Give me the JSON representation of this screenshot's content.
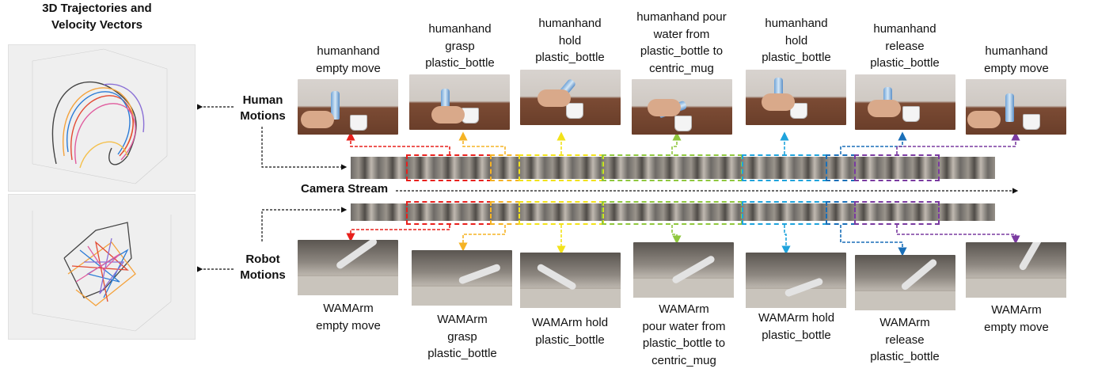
{
  "left_panel": {
    "title_line1": "3D Trajectories and",
    "title_line2": "Velocity Vectors"
  },
  "side_labels": {
    "human_line1": "Human",
    "human_line2": "Motions",
    "robot_line1": "Robot",
    "robot_line2": "Motions",
    "camera": "Camera Stream"
  },
  "human_captions": [
    [
      "humanhand",
      "empty move"
    ],
    [
      "humanhand",
      "grasp",
      "plastic_bottle"
    ],
    [
      "humanhand",
      "hold",
      "plastic_bottle"
    ],
    [
      "humanhand pour",
      "water from",
      "plastic_bottle to",
      "centric_mug"
    ],
    [
      "humanhand",
      "hold",
      "plastic_bottle"
    ],
    [
      "humanhand",
      "release",
      "plastic_bottle"
    ],
    [
      "humanhand",
      "empty move"
    ]
  ],
  "robot_captions": [
    [
      "WAMArm",
      "empty move"
    ],
    [
      "WAMArm",
      "grasp",
      "plastic_bottle"
    ],
    [
      "WAMArm hold",
      "plastic_bottle"
    ],
    [
      "WAMArm",
      "pour water from",
      "plastic_bottle to",
      "centric_mug"
    ],
    [
      "WAMArm hold",
      "plastic_bottle"
    ],
    [
      "WAMArm",
      "release",
      "plastic_bottle"
    ],
    [
      "WAMArm",
      "empty move"
    ]
  ],
  "segment_colors": [
    "#e8201c",
    "#f5b324",
    "#f2e21a",
    "#8fc73e",
    "#1fa3dc",
    "#1a6fb8",
    "#7a3aa0"
  ]
}
